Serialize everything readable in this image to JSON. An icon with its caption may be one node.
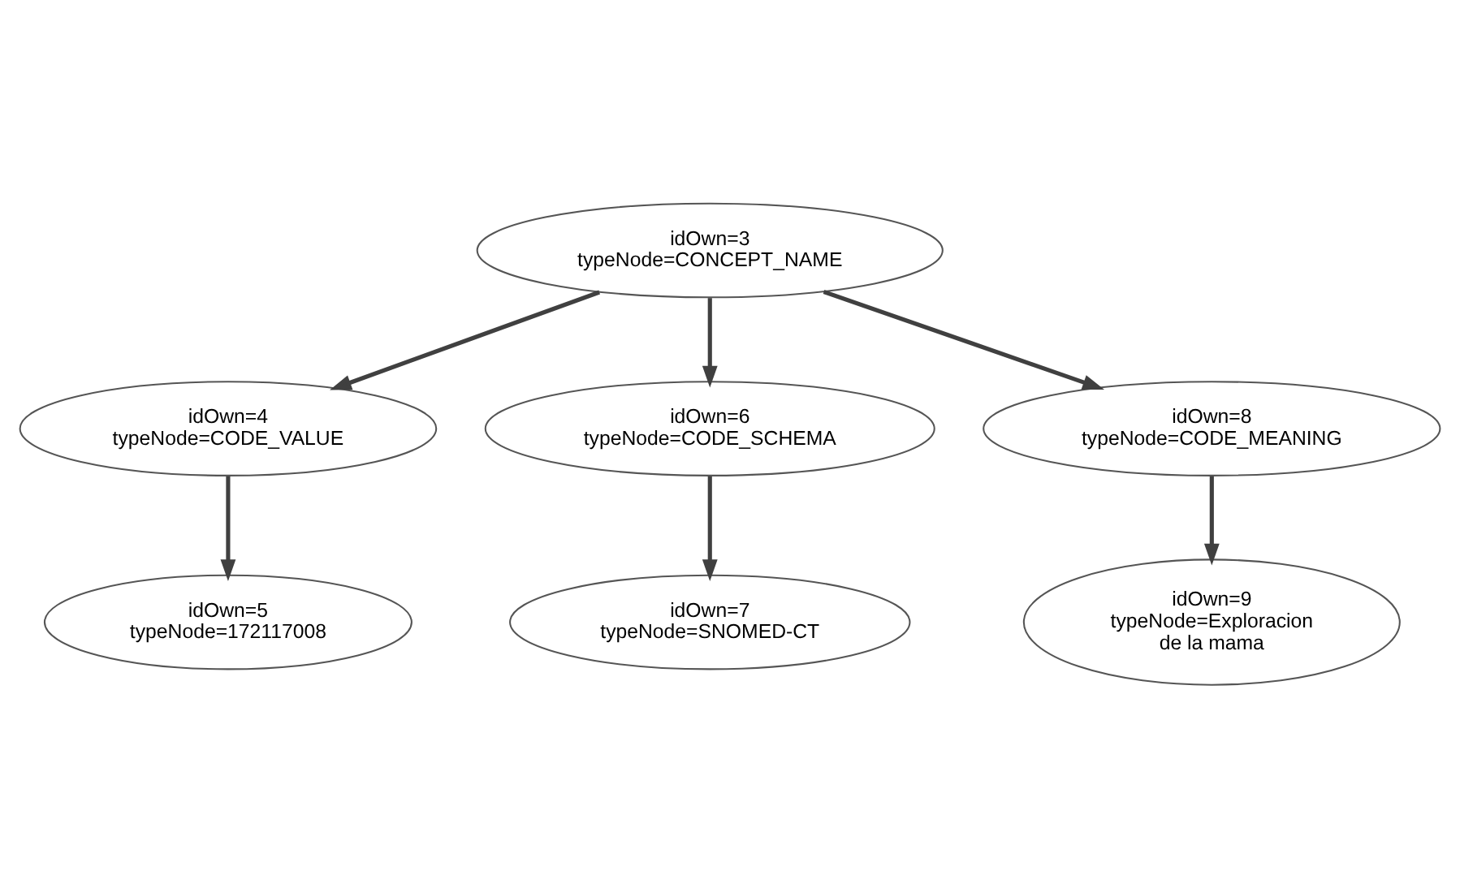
{
  "diagram": {
    "nodes": [
      {
        "text": [
          "idOwn=3",
          "typeNode=CONCEPT_NAME"
        ]
      },
      {
        "text": [
          "idOwn=4",
          "typeNode=CODE_VALUE"
        ]
      },
      {
        "text": [
          "idOwn=6",
          "typeNode=CODE_SCHEMA"
        ]
      },
      {
        "text": [
          "idOwn=8",
          "typeNode=CODE_MEANING"
        ]
      },
      {
        "text": [
          "idOwn=5",
          "typeNode=172117008"
        ]
      },
      {
        "text": [
          "idOwn=7",
          "typeNode=SNOMED-CT"
        ]
      },
      {
        "text": [
          "idOwn=9",
          "typeNode=Exploracion de la mama"
        ]
      }
    ],
    "edges": [
      {
        "from": 0,
        "to": 1,
        "arrow": "to"
      },
      {
        "from": 0,
        "to": 2,
        "arrow": "to"
      },
      {
        "from": 0,
        "to": 3,
        "arrow": "to"
      },
      {
        "from": 1,
        "to": 4,
        "arrow": "to"
      },
      {
        "from": 2,
        "to": 5,
        "arrow": "to"
      },
      {
        "from": 3,
        "to": 6,
        "arrow": "to"
      }
    ]
  }
}
